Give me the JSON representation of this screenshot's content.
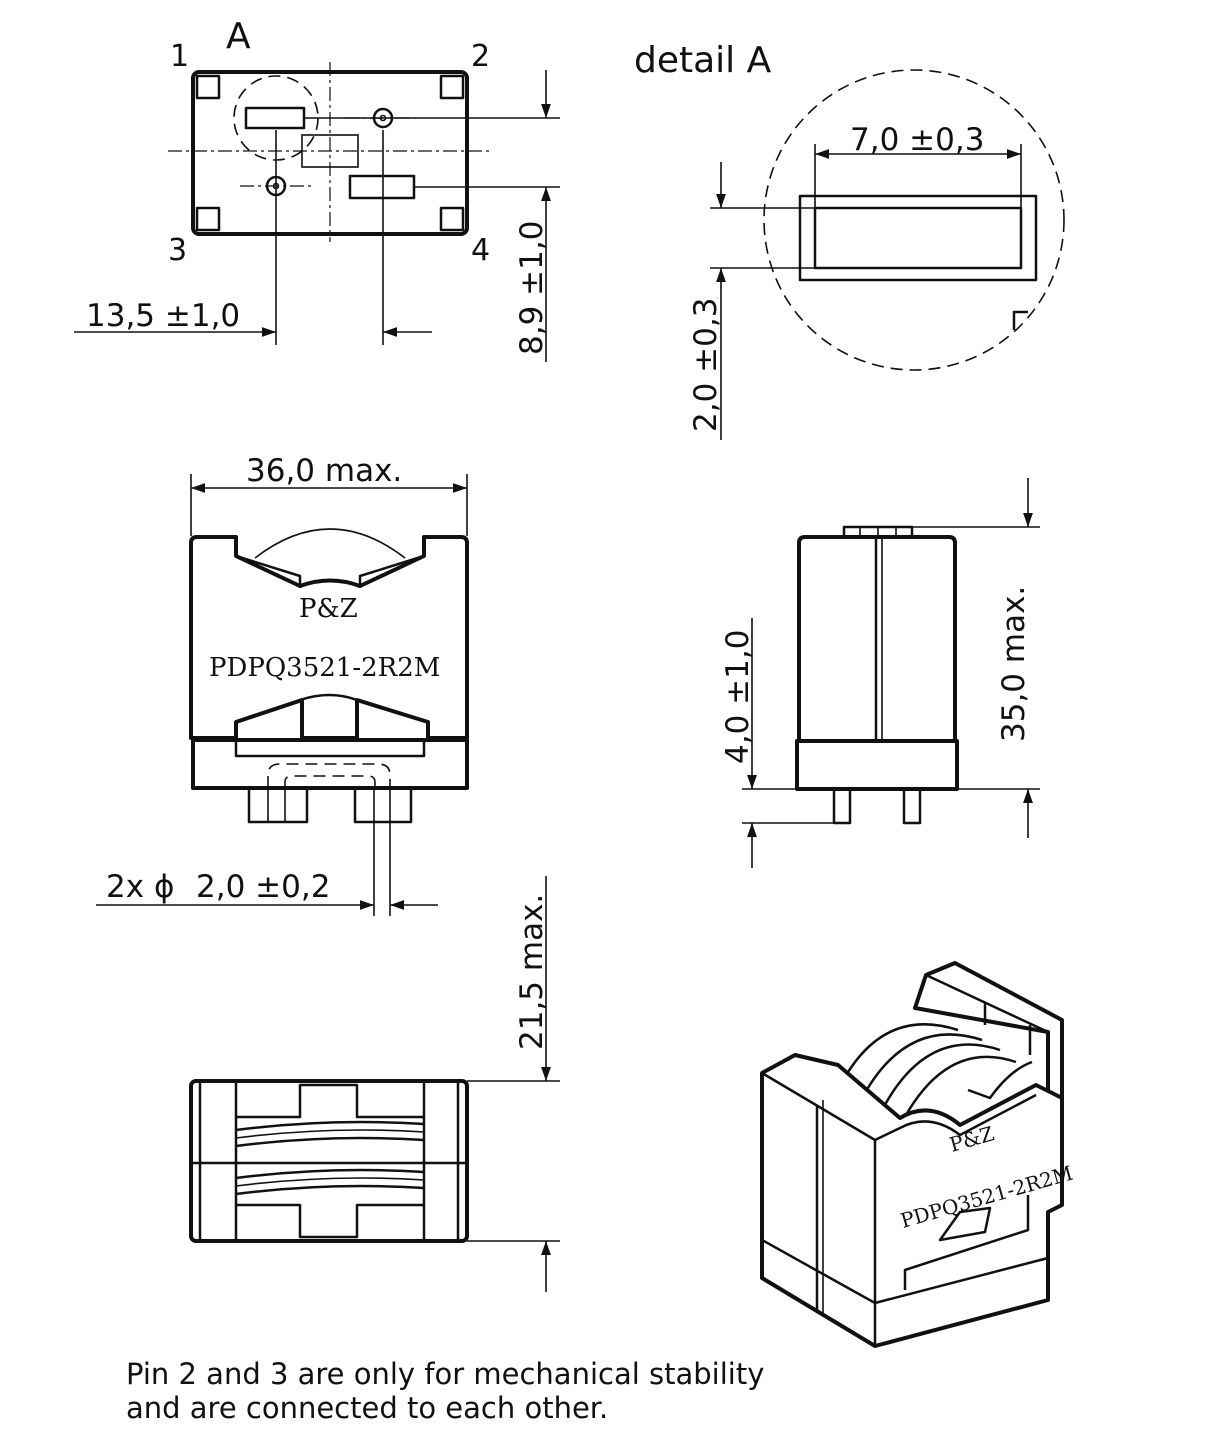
{
  "views": {
    "pad_view": {
      "view_label": "A",
      "pin_labels": [
        "1",
        "2",
        "3",
        "4"
      ],
      "dim_pitch_x": "13,5 ±1,0",
      "dim_pitch_y": "8,9 ±1,0"
    },
    "detail": {
      "title": "detail A",
      "dim_width": "7,0 ±0,3",
      "dim_height": "2,0 ±0,3"
    },
    "front_view": {
      "dim_width": "36,0  max.",
      "marking_brand": "P&Z",
      "marking_part": "PDPQ3521-2R2M",
      "dim_pin_diameter": "2x",
      "pin_diameter_symbol": "ϕ",
      "pin_diameter_value": "2,0 ±0,2"
    },
    "side_view": {
      "dim_height": "35,0  max.",
      "dim_pin_length": "4,0 ±1,0"
    },
    "bottom_view": {
      "dim_depth": "21,5  max."
    },
    "iso_view": {
      "marking_brand": "P&Z",
      "marking_part": "PDPQ3521-2R2M"
    }
  },
  "notes": [
    "Pin 2 and 3 are only for mechanical stability",
    "and are connected to each other."
  ]
}
